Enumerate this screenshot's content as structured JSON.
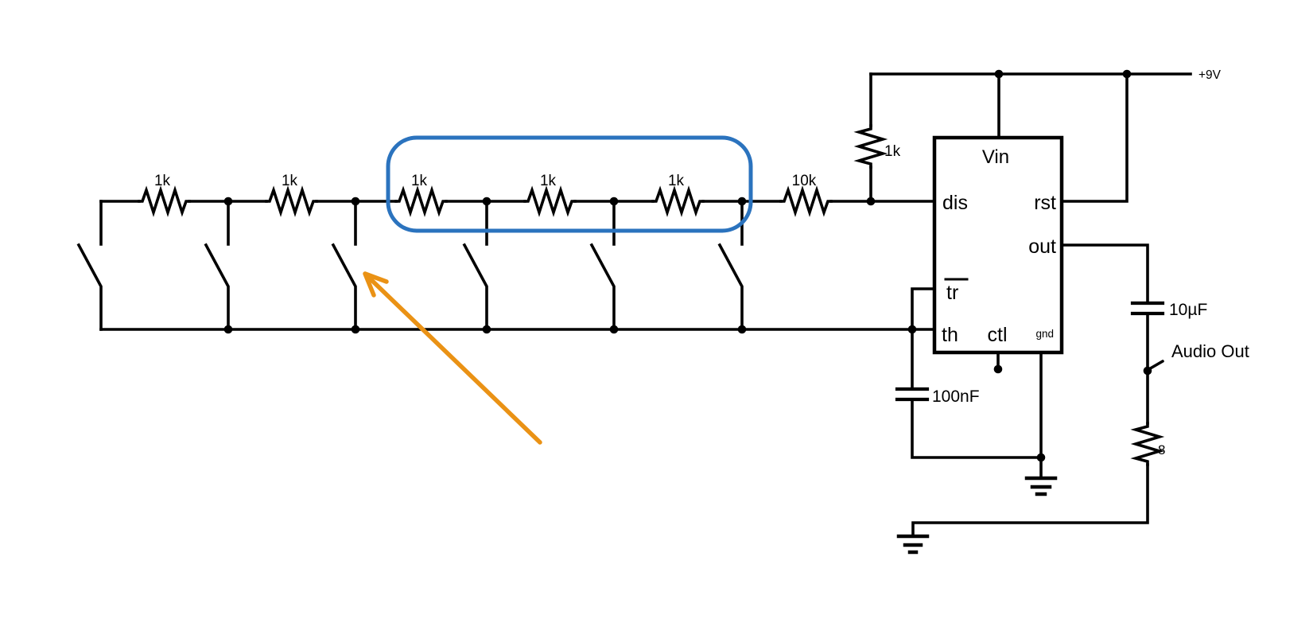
{
  "schematic": {
    "supply_label": "+9V",
    "wire_color": "#000000",
    "background_color": "#FFFFFF",
    "keyboard": {
      "switch_count": 6,
      "resistors": [
        {
          "value": "1k"
        },
        {
          "value": "1k"
        },
        {
          "value": "1k"
        },
        {
          "value": "1k"
        },
        {
          "value": "1k"
        }
      ],
      "series_resistor": {
        "value": "10k"
      }
    },
    "timer_555": {
      "pullup_resistor": {
        "value": "1k"
      },
      "pin_vin": "Vin",
      "pin_dis": "dis",
      "pin_rst": "rst",
      "pin_out": "out",
      "pin_tr": "tr",
      "pin_th": "th",
      "pin_ctl": "ctl",
      "pin_gnd": "gnd",
      "timing_capacitor": {
        "value": "100nF"
      }
    },
    "output_stage": {
      "coupling_capacitor": {
        "value": "10µF"
      },
      "audio_out_label": "Audio Out",
      "load_resistor": {
        "value": "8"
      }
    },
    "annotations": {
      "highlight_box_color": "#2B73BE",
      "arrow_color": "#EA9215"
    }
  }
}
